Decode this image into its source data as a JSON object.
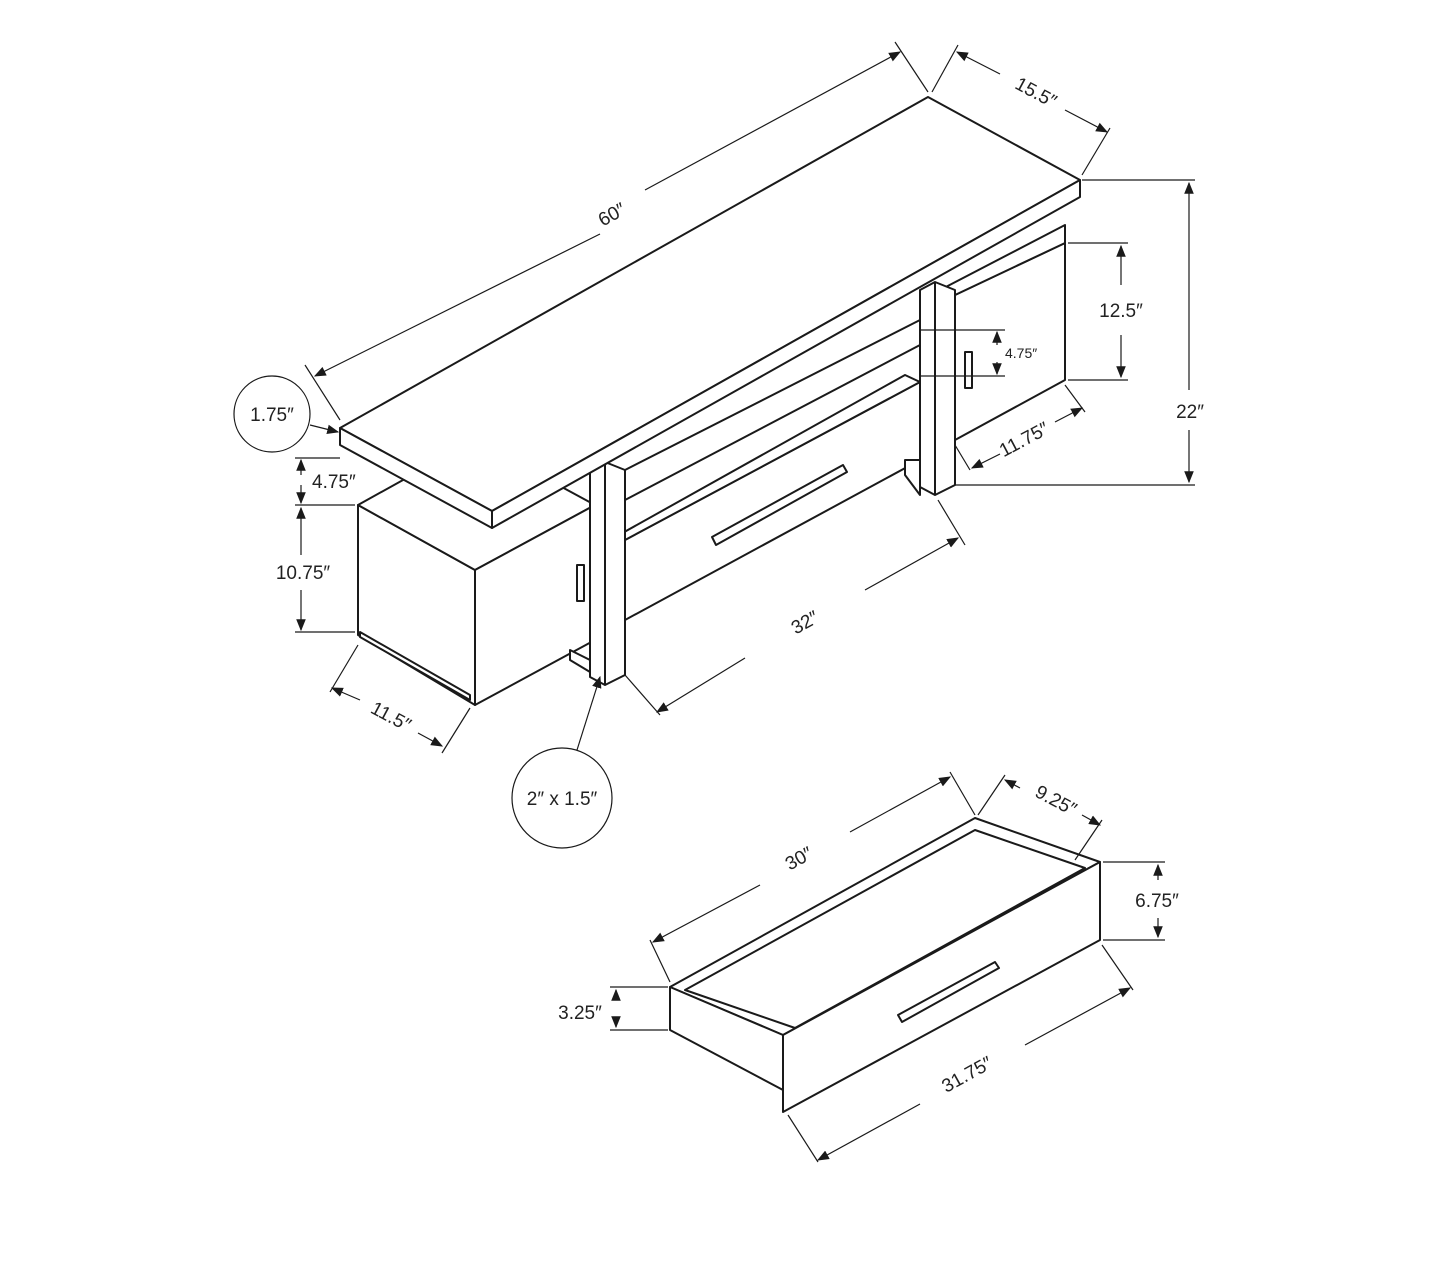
{
  "diagram": {
    "tv_stand": {
      "width": "60″",
      "depth": "15.5″",
      "height": "22″",
      "top_thickness": "1.75″",
      "left_open_shelf_height": "4.75″",
      "left_cabinet_height": "10.75″",
      "left_cabinet_depth": "11.5″",
      "leg_size": "2″ x 1.5″",
      "center_opening_width": "32″",
      "right_cabinet_height": "12.5″",
      "right_open_shelf_height": "4.75″",
      "right_cabinet_depth": "11.75″"
    },
    "drawer": {
      "length": "30″",
      "depth": "9.25″",
      "front_height": "6.75″",
      "side_height": "3.25″",
      "front_width": "31.75″"
    }
  }
}
